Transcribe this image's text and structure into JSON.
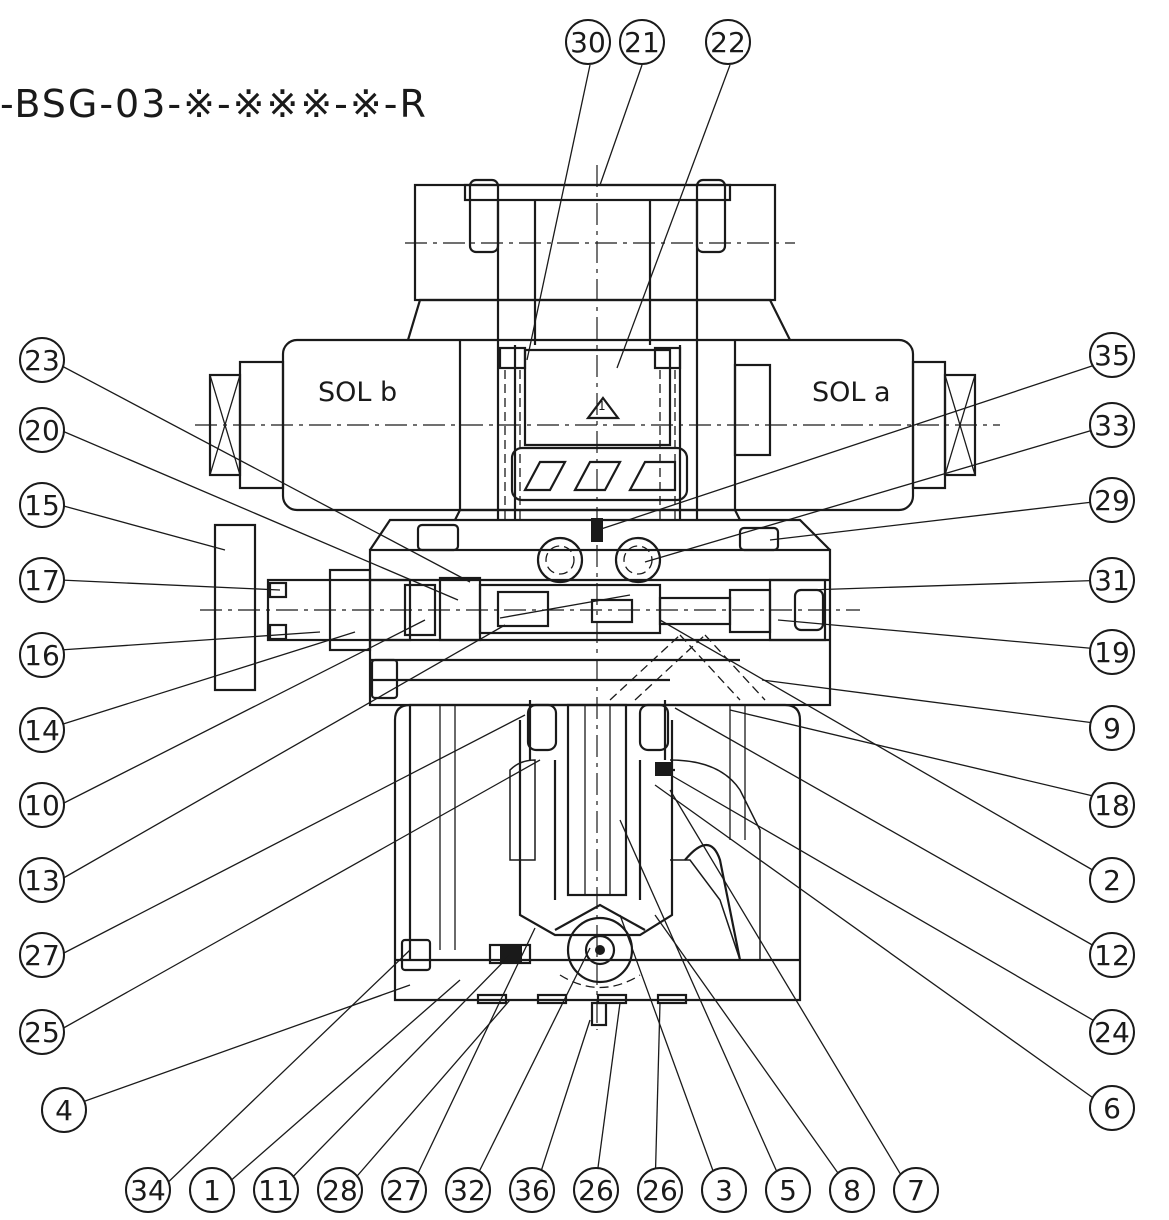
{
  "title": "-BSG-03-※-※※※-※-R",
  "labels": {
    "sol_b": "SOL b",
    "sol_a": "SOL a",
    "warning_mark": "1"
  },
  "callouts": {
    "top": [
      "30",
      "21",
      "22"
    ],
    "left": [
      "23",
      "20",
      "15",
      "17",
      "16",
      "14",
      "10",
      "13",
      "27",
      "25",
      "4"
    ],
    "right": [
      "35",
      "33",
      "29",
      "31",
      "19",
      "9",
      "18",
      "2",
      "12",
      "24",
      "6"
    ],
    "bottom": [
      "34",
      "1",
      "11",
      "28",
      "27",
      "32",
      "36",
      "26",
      "26",
      "3",
      "5",
      "8",
      "7"
    ]
  }
}
